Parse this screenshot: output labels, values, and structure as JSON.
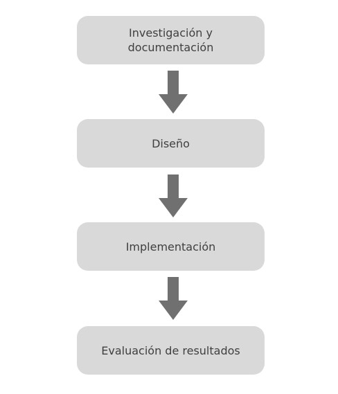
{
  "steps": [
    {
      "line1": "Investigación y",
      "line2": "documentación"
    },
    {
      "label": "Diseño"
    },
    {
      "label": "Implementación"
    },
    {
      "label": "Evaluación de resultados"
    }
  ],
  "colors": {
    "box_fill": "#d9d9d9",
    "arrow_fill": "#707070",
    "text": "#3f3f3f",
    "background": "#ffffff"
  },
  "icons": {
    "arrow": "down-arrow-icon"
  }
}
